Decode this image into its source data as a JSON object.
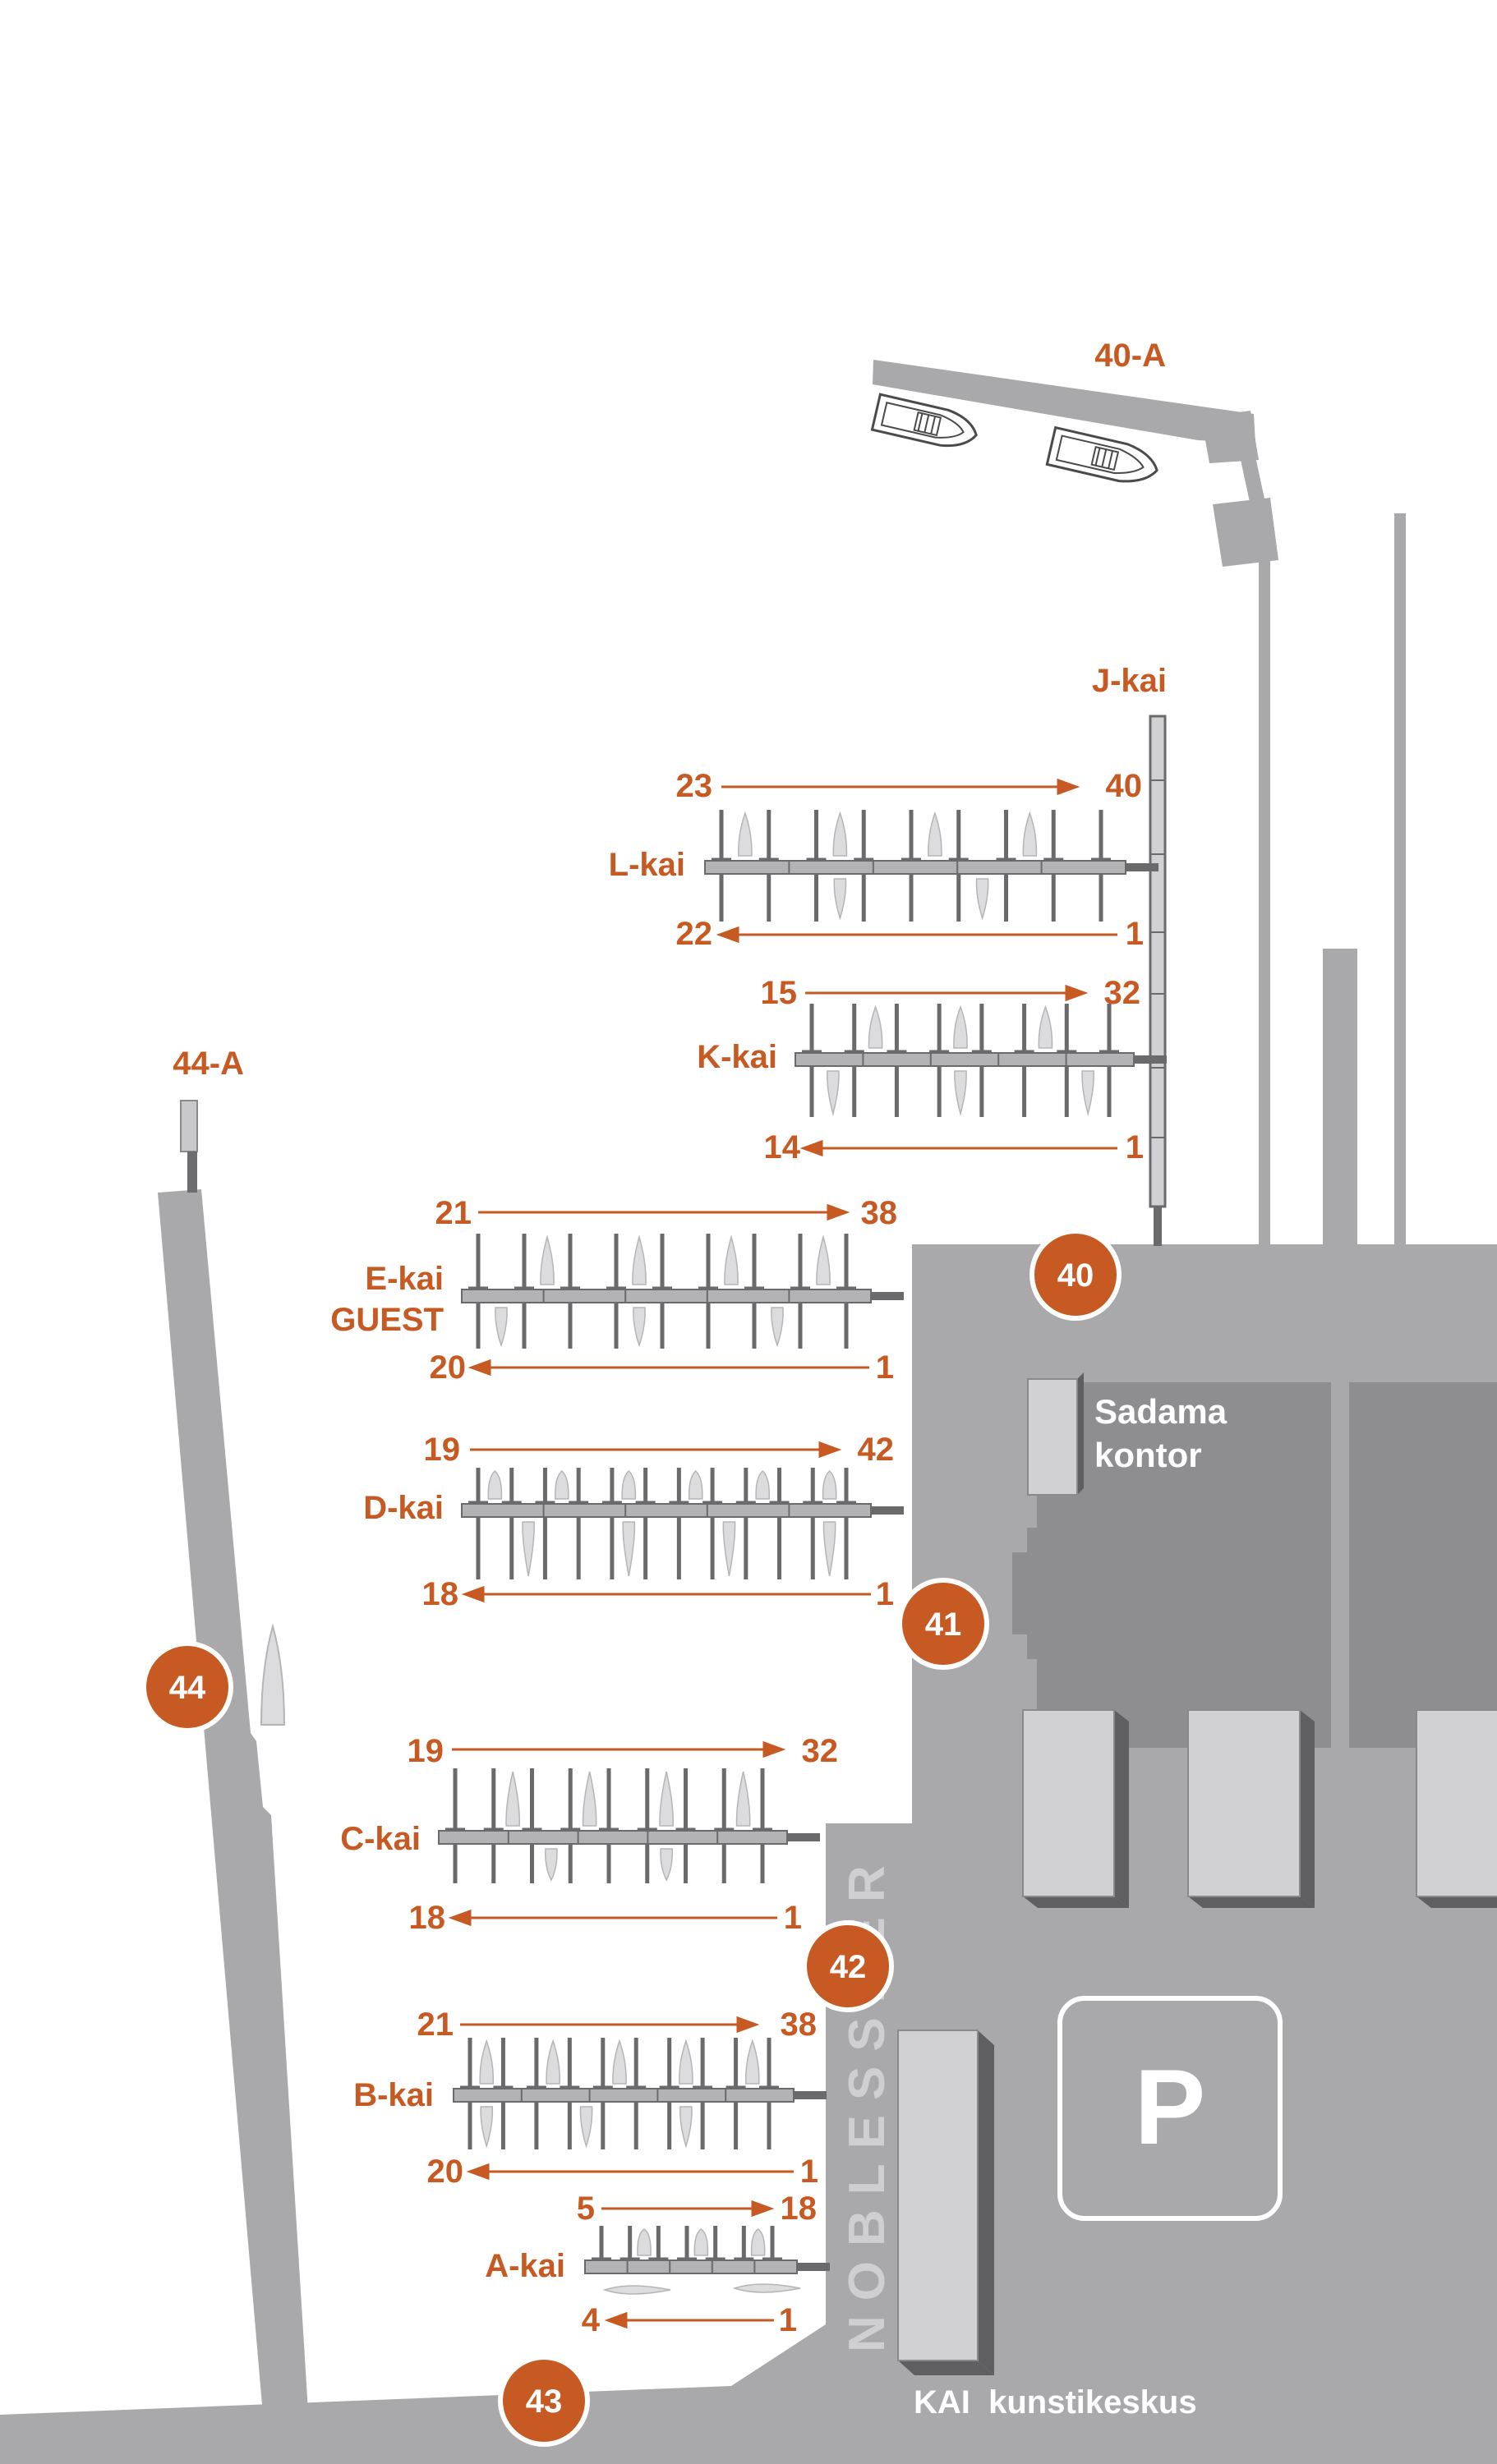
{
  "colors": {
    "land": "#a9a9ac",
    "building_dark": "#8e8e91",
    "building_light": "#d1d1d3",
    "pier": "#b3b3b6",
    "pier_edge": "#6a6a6d",
    "accent": "#c65a22",
    "boat": "#dcdcde",
    "water": "#ffffff"
  },
  "piers": {
    "L": {
      "name": "L-kai",
      "top_start": "23",
      "top_end": "40",
      "bottom_start": "22",
      "bottom_end": "1"
    },
    "K": {
      "name": "K-kai",
      "top_start": "15",
      "top_end": "32",
      "bottom_start": "14",
      "bottom_end": "1"
    },
    "E": {
      "name": "E-kai",
      "name2": "GUEST",
      "top_start": "21",
      "top_end": "38",
      "bottom_start": "20",
      "bottom_end": "1"
    },
    "D": {
      "name": "D-kai",
      "top_start": "19",
      "top_end": "42",
      "bottom_start": "18",
      "bottom_end": "1"
    },
    "C": {
      "name": "C-kai",
      "top_start": "19",
      "top_end": "32",
      "bottom_start": "18",
      "bottom_end": "1"
    },
    "B": {
      "name": "B-kai",
      "top_start": "21",
      "top_end": "38",
      "bottom_start": "20",
      "bottom_end": "1"
    },
    "A": {
      "name": "A-kai",
      "top_start": "5",
      "top_end": "18",
      "bottom_start": "4",
      "bottom_end": "1"
    }
  },
  "labels": {
    "j_kai": "J-kai",
    "pier_40a": "40-A",
    "pier_44a": "44-A",
    "harbour_office_line1": "Sadama",
    "harbour_office_line2": "kontor",
    "noblessner": "NOBLESSNER",
    "art_centre": "KAI  kunstikeskus",
    "parking": "P"
  },
  "markers": {
    "m40": "40",
    "m41": "41",
    "m42": "42",
    "m43": "43",
    "m44": "44"
  }
}
